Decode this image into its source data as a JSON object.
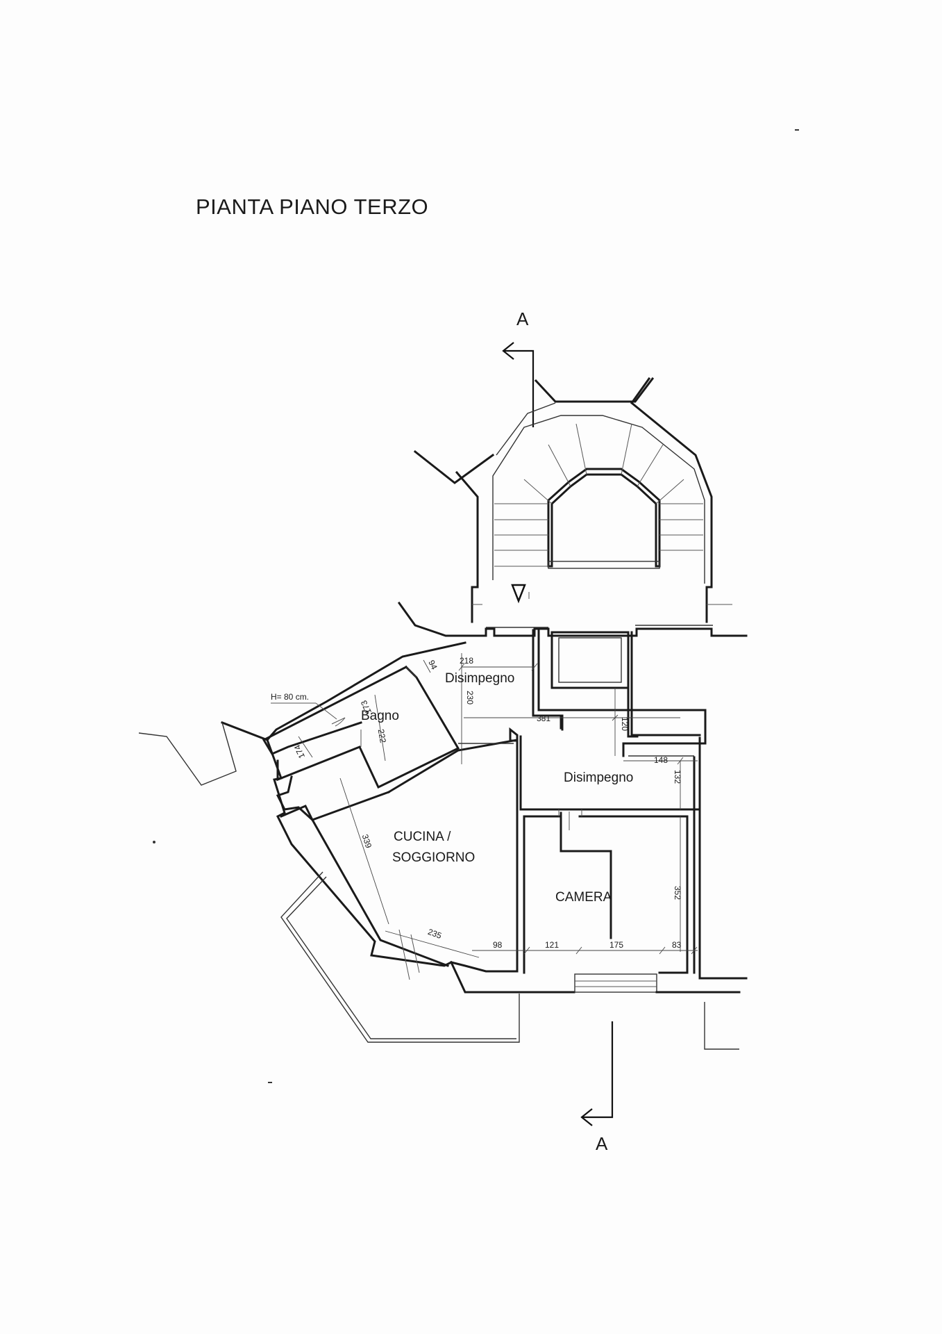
{
  "title": "PIANTA PIANO TERZO",
  "section_marks": {
    "top": "A",
    "bottom": "A"
  },
  "rooms": {
    "disimpegno_1": "Disimpegno",
    "bagno": "Bagno",
    "disimpegno_2": "Disimpegno",
    "cucina_line1": "CUCINA /",
    "cucina_line2": "SOGGIORNO",
    "camera": "CAMERA"
  },
  "notes": {
    "height": "H= 80 cm."
  },
  "dimensions": {
    "d218": "218",
    "d94": "94",
    "d230": "230",
    "d173": "173",
    "d222": "222",
    "d381": "381",
    "d120": "120",
    "d148": "148",
    "d132": "132",
    "d174": "174",
    "d339": "339",
    "d235": "235",
    "d98": "98",
    "d121": "121",
    "d175": "175",
    "d83": "83",
    "d352": "352"
  }
}
